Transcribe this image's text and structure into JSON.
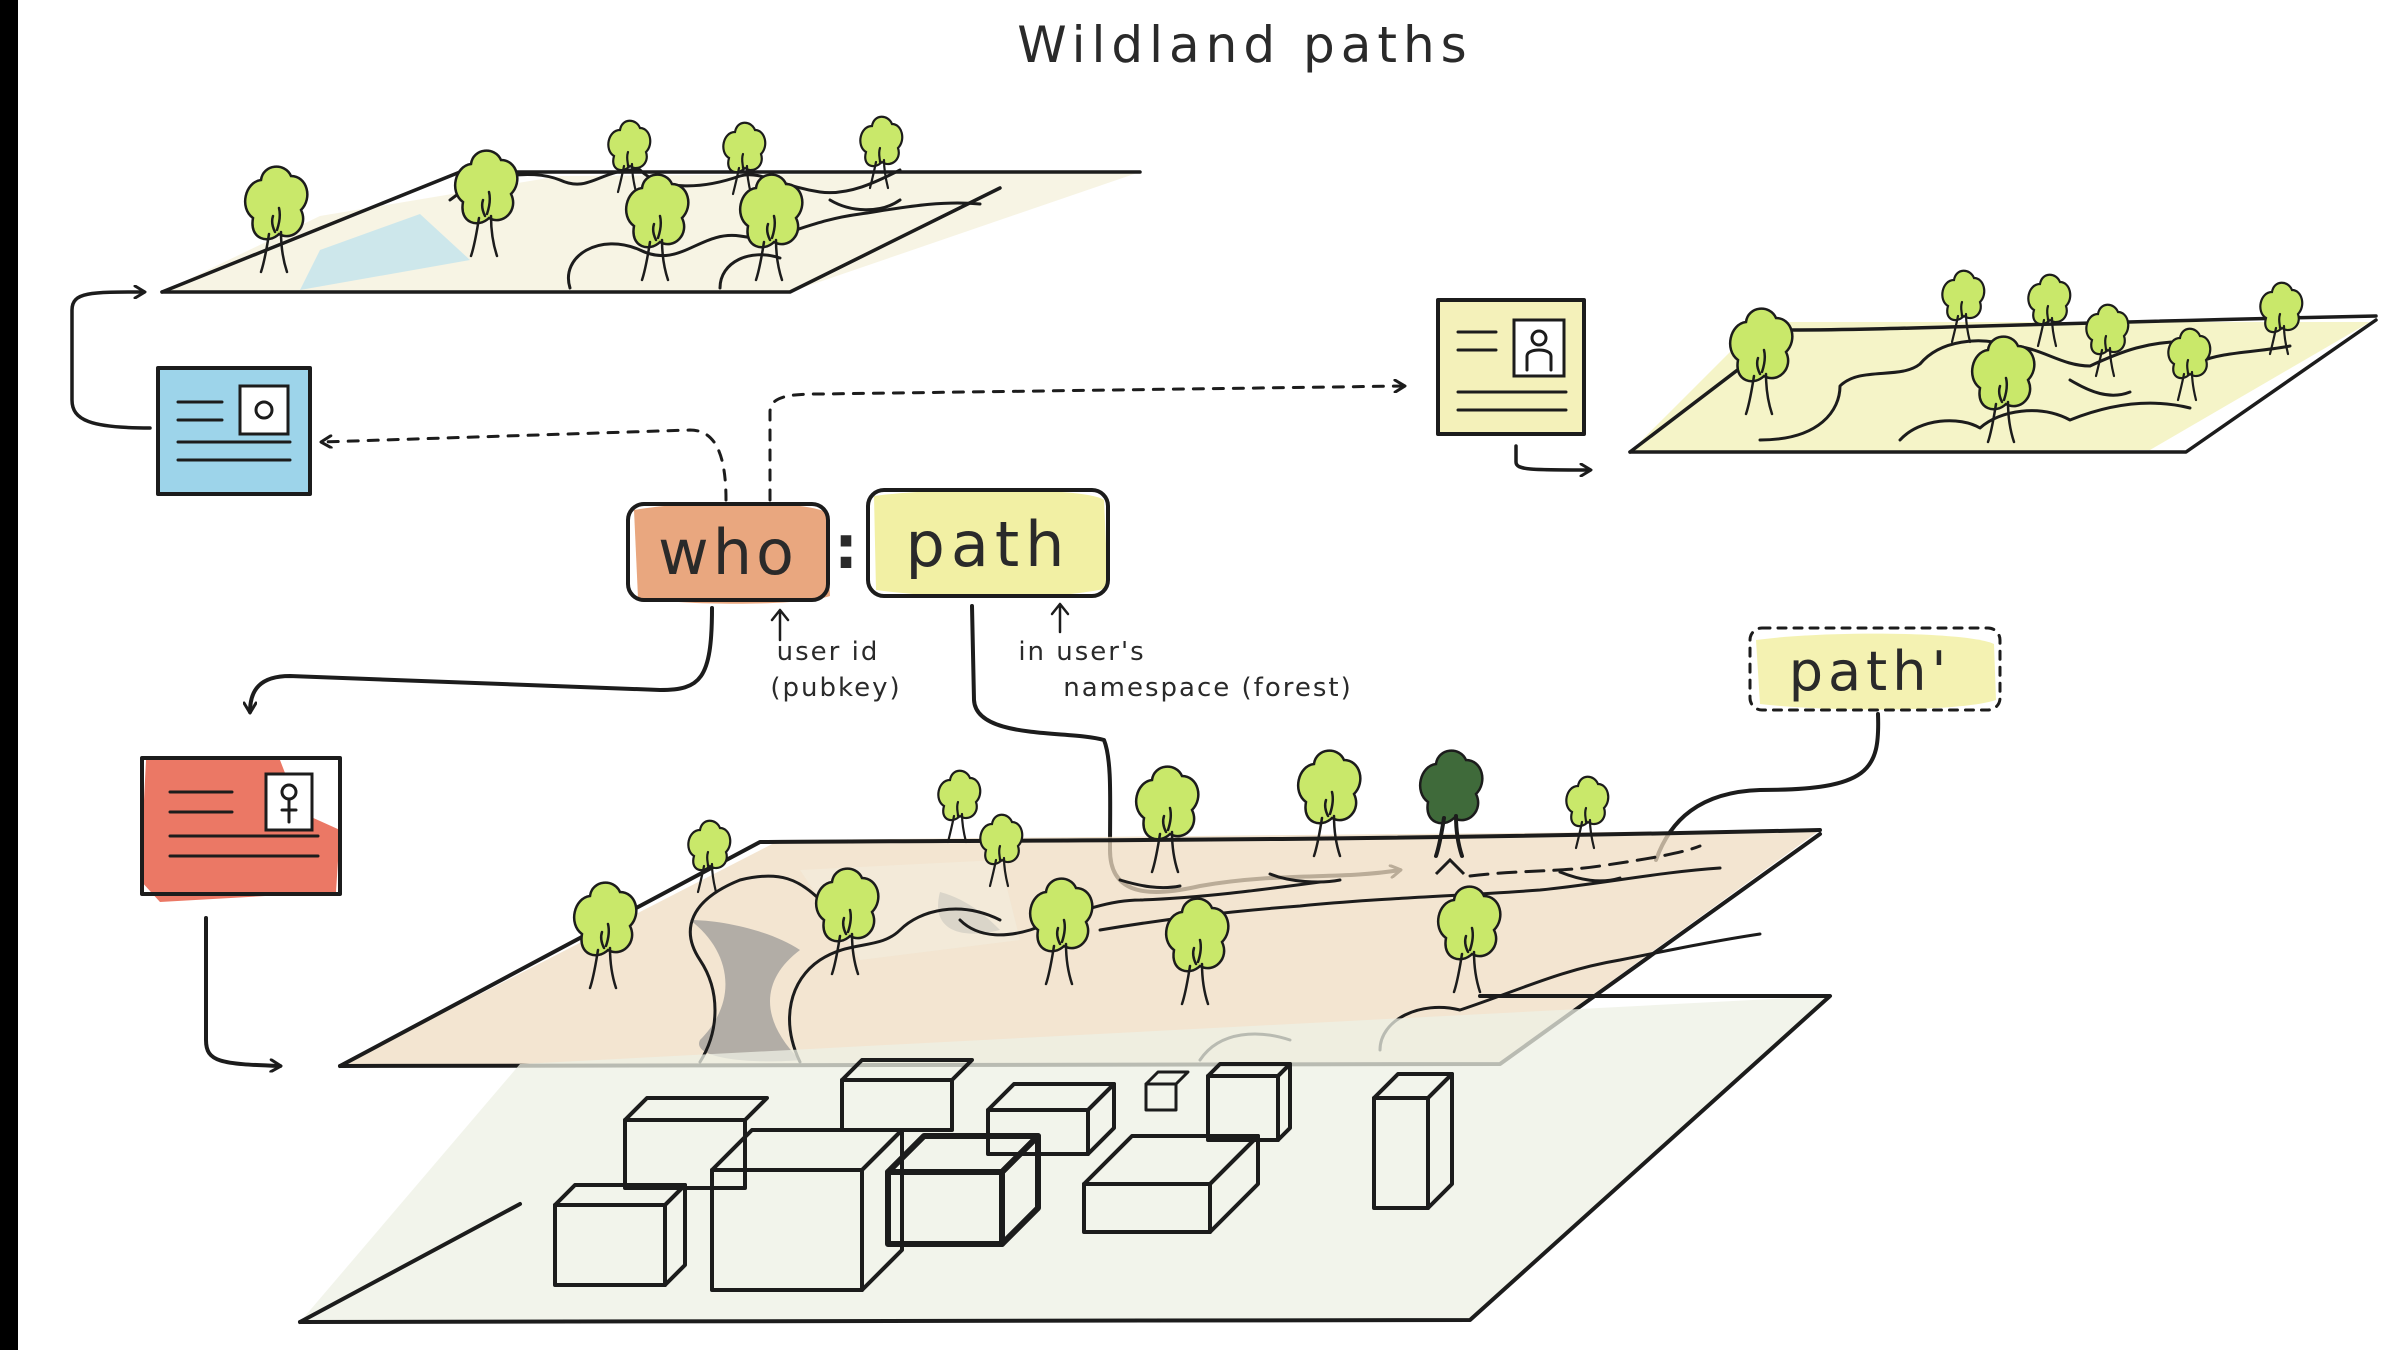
{
  "title": "Wildland paths",
  "address": {
    "who": "who",
    "separator": ":",
    "path": "path"
  },
  "annotations": {
    "user_id_line1": "user id",
    "user_id_line2": "(pubkey)",
    "namespace_line1": "in user's",
    "namespace_line2": "namespace (forest)"
  },
  "alt_path": "path'",
  "colors": {
    "who_box": "#e9a77f",
    "path_box": "#f2f0a4",
    "card_blue": "#8ccde6",
    "card_red": "#e8604a",
    "card_yellow": "#f3efb2",
    "tree": "#c7e76a",
    "tree_dark": "#3f6a3a",
    "plane_tan": "#efdcc2",
    "block_green": "#bfe3cf"
  },
  "icons": [
    "card-icon",
    "tree-icon",
    "storage-block-icon",
    "arrow-icon"
  ]
}
